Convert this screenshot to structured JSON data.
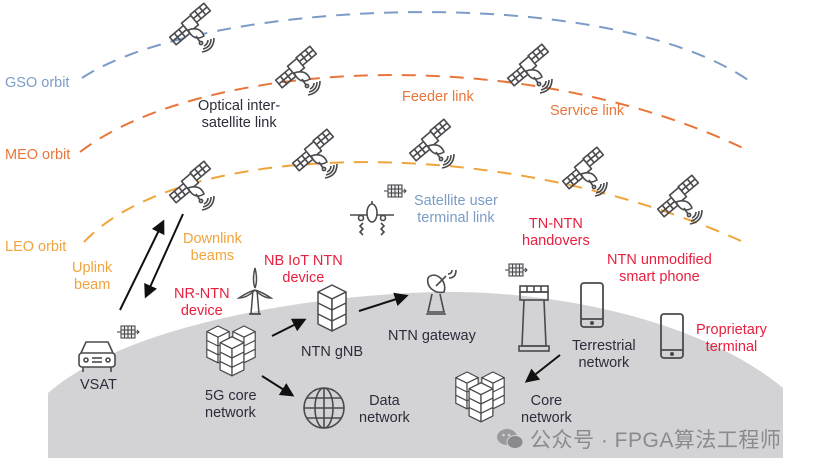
{
  "colors": {
    "gso_orbit": "#7b9cc7",
    "meo_orbit": "#e8763a",
    "leo_orbit": "#f0a43c",
    "accent_red": "#e8203f",
    "text_dark": "#2c2c3a",
    "ground": "#d3d3d6",
    "icon_stroke": "#4a4a4e",
    "watermark": "#8a8a8e"
  },
  "orbits": {
    "gso": "GSO orbit",
    "meo": "MEO orbit",
    "leo": "LEO orbit"
  },
  "links": {
    "optical_line1": "Optical inter-",
    "optical_line2": "satellite link",
    "feeder": "Feeder  link",
    "service": "Service link",
    "sat_user_line1": "Satellite user",
    "sat_user_line2": "terminal link",
    "uplink_line1": "Uplink",
    "uplink_line2": "beam",
    "downlink_line1": "Downlink",
    "downlink_line2": "beams"
  },
  "devices": {
    "nb_iot_line1": "NB IoT NTN",
    "nb_iot_line2": "device",
    "nr_ntn_line1": "NR-NTN",
    "nr_ntn_line2": "device",
    "tn_ntn_line1": "TN-NTN",
    "tn_ntn_line2": "handovers",
    "smartphone_line1": "NTN unmodified",
    "smartphone_line2": "smart phone",
    "proprietary_line1": "Proprietary",
    "proprietary_line2": "terminal"
  },
  "ground": {
    "vsat": "VSAT",
    "core5g_line1": "5G core",
    "core5g_line2": "network",
    "gnb": "NTN gNB",
    "gateway": "NTN gateway",
    "data_line1": "Data",
    "data_line2": "network",
    "terrestrial_line1": "Terrestrial",
    "terrestrial_line2": "network",
    "core_line1": "Core",
    "core_line2": "network"
  },
  "watermark": "公众号 · FPGA算法工程师"
}
